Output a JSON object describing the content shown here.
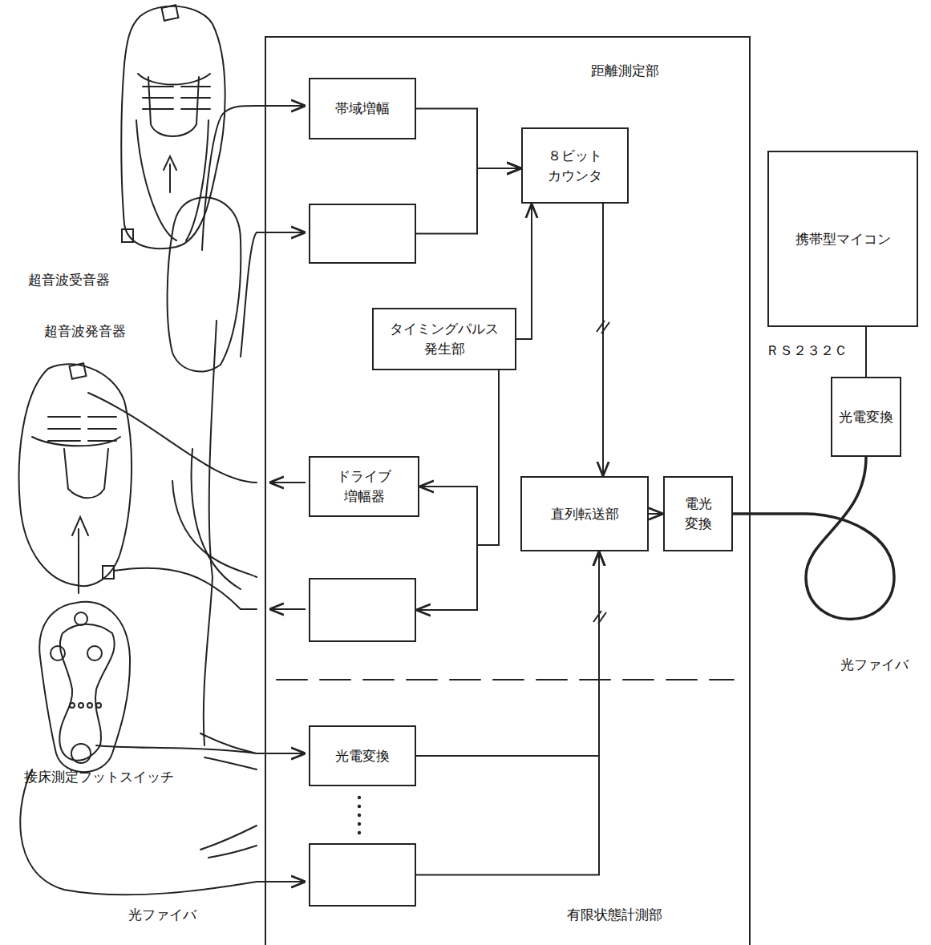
{
  "diagram": {
    "nodes": [
      {
        "text": [
          "距離測定部",
          "有限状態計測部"
        ]
      },
      {
        "text": [
          "帯域増幅"
        ],
        "in": 0
      },
      {
        "text": [],
        "in": 0
      },
      {
        "text": [
          "８ビット カウンタ"
        ],
        "in": 0
      },
      {
        "text": [
          "タイミングパルス 発生部"
        ],
        "in": 0
      },
      {
        "text": [
          "ドライブ 増幅器"
        ],
        "in": 0
      },
      {
        "text": [],
        "in": 0
      },
      {
        "text": [
          "直列転送部"
        ],
        "in": 0
      },
      {
        "text": [
          "電光 変換"
        ],
        "in": 0
      },
      {
        "text": [
          "光電変換"
        ],
        "in": 0
      },
      {
        "text": [],
        "in": 0
      },
      {
        "text": [
          "携帯型マイコン"
        ]
      },
      {
        "text": [
          "光電変換"
        ]
      }
    ],
    "edges": [
      {
        "from": 1,
        "to": 3,
        "arrow": "to"
      },
      {
        "from": 2,
        "to": 3,
        "arrow": "to"
      },
      {
        "from": 4,
        "to": 3,
        "arrow": "to"
      },
      {
        "from": 4,
        "to": 5,
        "arrow": "to"
      },
      {
        "from": 4,
        "to": 6,
        "arrow": "to"
      },
      {
        "from": 3,
        "to": 7,
        "arrow": "to"
      },
      {
        "from": 7,
        "to": 8,
        "arrow": "to"
      },
      {
        "from": 9,
        "to": 7,
        "arrow": "to"
      },
      {
        "from": 10,
        "to": 7,
        "arrow": "to"
      },
      {
        "from": 8,
        "to": 12,
        "arrow": "none"
      },
      {
        "from": 12,
        "to": 11,
        "arrow": "none"
      }
    ],
    "labels": [
      "超音波受音器",
      "超音波発音器",
      "接床測定フットスイッチ",
      "光ファイバ",
      "ＲＳ２３２Ｃ",
      "光ファイバ"
    ]
  }
}
